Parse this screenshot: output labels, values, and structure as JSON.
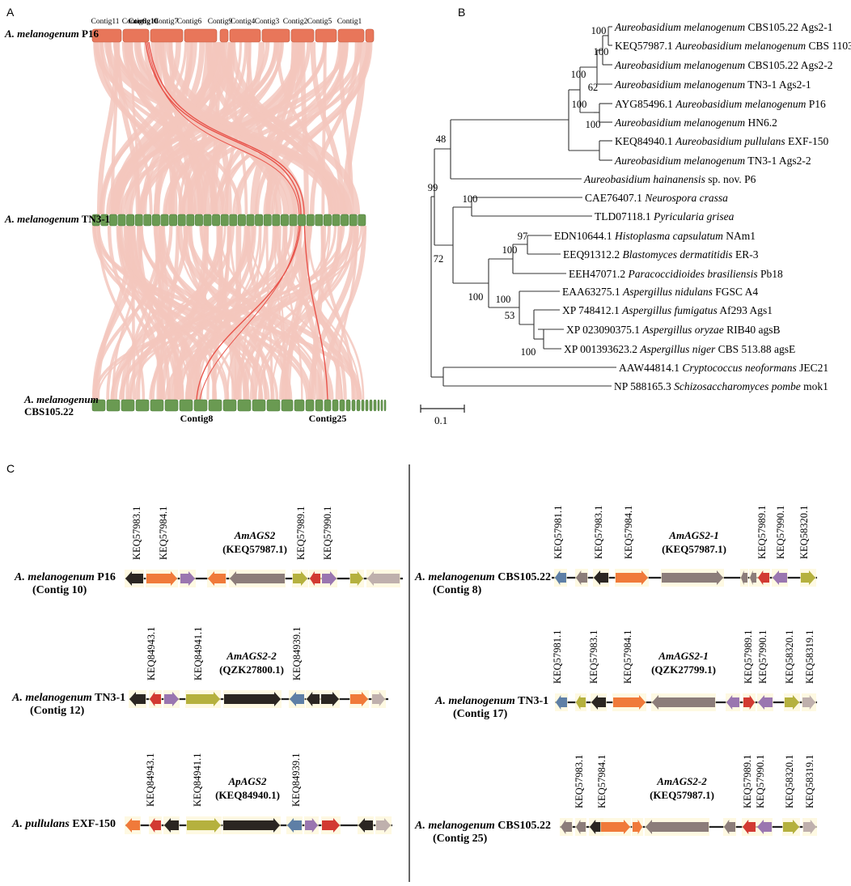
{
  "panels": {
    "a": "A",
    "b": "B",
    "c": "C"
  },
  "synteny": {
    "genome_top": {
      "name_italic": "A. melanogenum",
      "strain": "P16"
    },
    "genome_mid": {
      "name_italic": "A. melanogenum",
      "strain": "TN3-1"
    },
    "genome_bottom": {
      "name_italic": "A. melanogenum",
      "strain": "CBS105.22"
    },
    "top_contigs": [
      "Contig11",
      "Contig8",
      "Contig10",
      "Contig7",
      "Contig6",
      "Contig9",
      "Contig4",
      "Contig3",
      "Contig2",
      "Contig5",
      "Contig1"
    ],
    "bottom_highlight": [
      "Contig8",
      "Contig25"
    ],
    "colors": {
      "top": "#e8765a",
      "mid": "#6a9a52",
      "bottom": "#6a9a52",
      "link": "#f3c7bd",
      "highlight": "#e8534a"
    }
  },
  "tree": {
    "leaves": [
      {
        "prefix": "",
        "italic": "Aureobasidium melanogenum",
        "suffix": " CBS105.22 Ags2-1"
      },
      {
        "prefix": "KEQ57987.1 ",
        "italic": "Aureobasidium melanogenum",
        "suffix": " CBS 110374"
      },
      {
        "prefix": "",
        "italic": "Aureobasidium melanogenum",
        "suffix": " CBS105.22 Ags2-2"
      },
      {
        "prefix": "",
        "italic": "Aureobasidium melanogenum",
        "suffix": " TN3-1 Ags2-1"
      },
      {
        "prefix": "AYG85496.1 ",
        "italic": "Aureobasidium melanogenum",
        "suffix": " P16"
      },
      {
        "prefix": "",
        "italic": "Aureobasidium melanogenum",
        "suffix": " HN6.2"
      },
      {
        "prefix": "KEQ84940.1 ",
        "italic": "Aureobasidium pullulans",
        "suffix": " EXF-150"
      },
      {
        "prefix": "",
        "italic": "Aureobasidium melanogenum",
        "suffix": " TN3-1 Ags2-2"
      },
      {
        "prefix": "",
        "italic": "Aureobasidium hainanensis",
        "suffix": " sp. nov. P6"
      },
      {
        "prefix": "CAE76407.1 ",
        "italic": "Neurospora crassa",
        "suffix": ""
      },
      {
        "prefix": "TLD07118.1 ",
        "italic": "Pyricularia grisea",
        "suffix": ""
      },
      {
        "prefix": "EDN10644.1 ",
        "italic": "Histoplasma capsulatum",
        "suffix": " NAm1"
      },
      {
        "prefix": "EEQ91312.2 ",
        "italic": "Blastomyces dermatitidis",
        "suffix": " ER-3"
      },
      {
        "prefix": "EEH47071.2 ",
        "italic": "Paracoccidioides brasiliensis",
        "suffix": " Pb18"
      },
      {
        "prefix": "EAA63275.1 ",
        "italic": "Aspergillus nidulans",
        "suffix": " FGSC A4"
      },
      {
        "prefix": "XP 748412.1 ",
        "italic": "Aspergillus fumigatus",
        "suffix": " Af293 Ags1"
      },
      {
        "prefix": "XP 023090375.1 ",
        "italic": "Aspergillus oryzae",
        "suffix": " RIB40 agsB"
      },
      {
        "prefix": "XP 001393623.2 ",
        "italic": "Aspergillus niger",
        "suffix": " CBS 513.88 agsE"
      },
      {
        "prefix": "AAW44814.1 ",
        "italic": "Cryptococcus neoformans",
        "suffix": " JEC21"
      },
      {
        "prefix": "NP 588165.3 ",
        "italic": "Schizosaccharomyces pombe",
        "suffix": " mok1"
      }
    ],
    "bootstraps": [
      "100",
      "100",
      "62",
      "100",
      "100",
      "100",
      "48",
      "99",
      "100",
      "97",
      "100",
      "72",
      "100",
      "100",
      "53",
      "100"
    ],
    "scale": "0.1"
  },
  "clusters": [
    {
      "name_italic": "A. melanogenum",
      "strain": "P16",
      "contig": "(Contig 10)",
      "gene_italic": "AmAGS2",
      "gene_id": "(KEQ57987.1)",
      "tick_labels": [
        "KEQ57983.1",
        "KEQ57984.1",
        "KEQ57989.1",
        "KEQ57990.1"
      ]
    },
    {
      "name_italic": "A. melanogenum",
      "strain": "TN3-1",
      "contig": "(Contig 12)",
      "gene_italic": "AmAGS2-2",
      "gene_id": "(QZK27800.1)",
      "tick_labels": [
        "KEQ84943.1",
        "KEQ84941.1",
        "KEQ84939.1"
      ]
    },
    {
      "name_italic": "A. pullulans",
      "strain": "EXF-150",
      "contig": "",
      "gene_italic": "ApAGS2",
      "gene_id": "(KEQ84940.1)",
      "tick_labels": [
        "KEQ84943.1",
        "KEQ84941.1",
        "KEQ84939.1"
      ]
    },
    {
      "name_italic": "A. melanogenum",
      "strain": "CBS105.22",
      "contig": "(Contig 8)",
      "gene_italic": "AmAGS2-1",
      "gene_id": "(KEQ57987.1)",
      "tick_labels": [
        "KEQ57981.1",
        "KEQ57983.1",
        "KEQ57984.1",
        "KEQ57989.1",
        "KEQ57990.1",
        "KEQ58320.1"
      ]
    },
    {
      "name_italic": "A. melanogenum",
      "strain": "TN3-1",
      "contig": "(Contig 17)",
      "gene_italic": "AmAGS2-1",
      "gene_id": "(QZK27799.1)",
      "tick_labels": [
        "KEQ57981.1",
        "KEQ57983.1",
        "KEQ57984.1",
        "KEQ57989.1",
        "KEQ57990.1",
        "KEQ58320.1",
        "KEQ58319.1"
      ]
    },
    {
      "name_italic": "A. melanogenum",
      "strain": "CBS105.22",
      "contig": "(Contig 25)",
      "gene_italic": "AmAGS2-2",
      "gene_id": "(KEQ57987.1)",
      "tick_labels": [
        "KEQ57983.1",
        "KEQ57984.1",
        "KEQ57989.1",
        "KEQ57990.1",
        "KEQ58320.1",
        "KEQ58319.1"
      ]
    }
  ],
  "gene_colors": {
    "dark": "#2b2622",
    "orange": "#f07a3a",
    "purple": "#9a76b0",
    "grey": "#8c7d7a",
    "olive": "#b5b13e",
    "red": "#d23a32",
    "light": "#bfb0ad",
    "blue": "#5e7fa6"
  }
}
